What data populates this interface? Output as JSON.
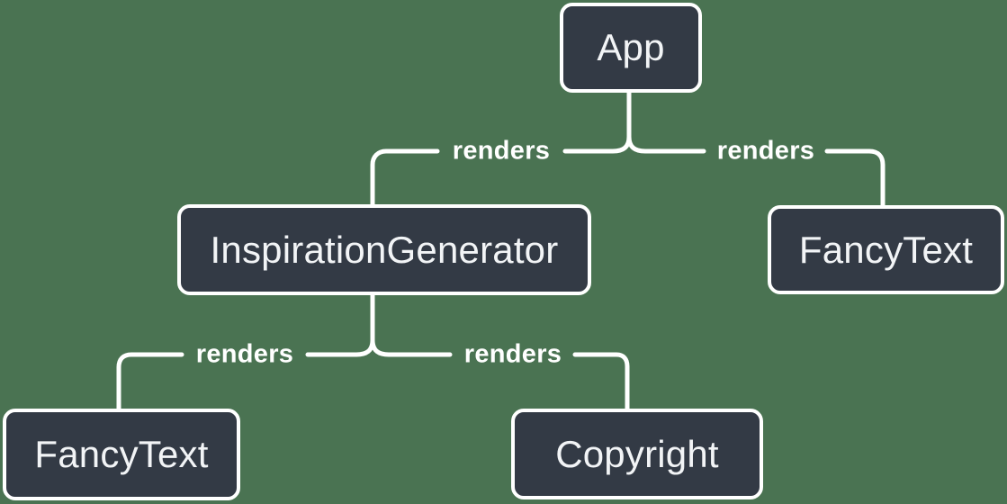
{
  "diagram": {
    "type": "render-tree",
    "background_color": "#4a7352",
    "node_fill_color": "#333a45",
    "node_border_color": "#ffffff",
    "connector_color": "#ffffff",
    "node_text_color": "#f2f4f6",
    "edge_label_color": "#ffffff",
    "nodes": [
      {
        "id": "app",
        "label": "App"
      },
      {
        "id": "inspiration-generator",
        "label": "InspirationGenerator"
      },
      {
        "id": "fancy-text-top",
        "label": "FancyText"
      },
      {
        "id": "fancy-text-bottom",
        "label": "FancyText"
      },
      {
        "id": "copyright",
        "label": "Copyright"
      }
    ],
    "edges": [
      {
        "from": "App",
        "to": "InspirationGenerator",
        "label": "renders"
      },
      {
        "from": "App",
        "to": "FancyText",
        "label": "renders"
      },
      {
        "from": "InspirationGenerator",
        "to": "FancyText",
        "label": "renders"
      },
      {
        "from": "InspirationGenerator",
        "to": "Copyright",
        "label": "renders"
      }
    ]
  }
}
